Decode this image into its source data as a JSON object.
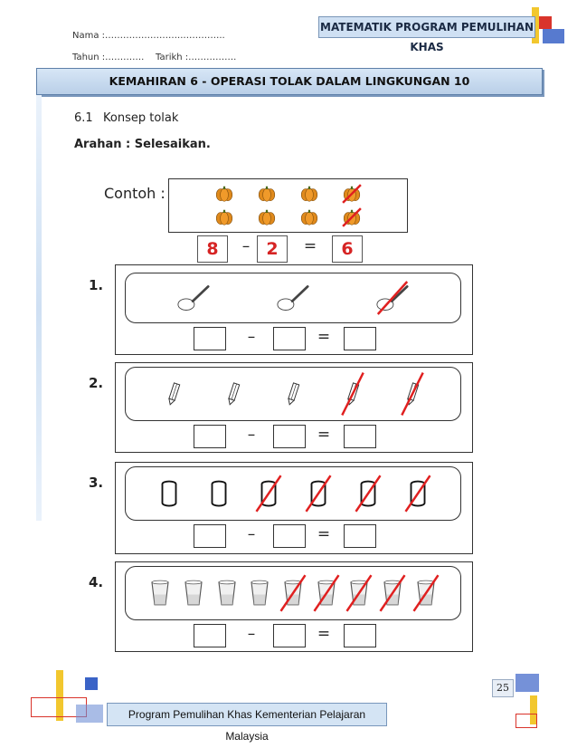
{
  "header": {
    "name_line": "Nama :……………………..…………..",
    "date_line_left": "Tahun :………….",
    "date_line_right": "Tarikh :…………….",
    "program_tag": "MATEMATIK  PROGRAM PEMULIHAN  KHAS"
  },
  "banner": "KEMAHIRAN 6 - OPERASI TOLAK DALAM LINGKUNGAN 10",
  "section": {
    "number": "6.1",
    "title": "Konsep tolak"
  },
  "instruction": "Arahan :  Selesaikan.",
  "example": {
    "label": "Contoh :",
    "object_icon": "pumpkin-icon",
    "total": "8",
    "crossed": 2,
    "minuend": "8",
    "subtrahend": "2",
    "result": "6",
    "minus": "–",
    "equals": "="
  },
  "questions": [
    {
      "num": "1.",
      "object_icon": "spoon-icon",
      "total": 3,
      "crossed": 1
    },
    {
      "num": "2.",
      "object_icon": "pencil-icon",
      "total": 5,
      "crossed": 2
    },
    {
      "num": "3.",
      "object_icon": "cylinder-icon",
      "total": 6,
      "crossed": 4
    },
    {
      "num": "4.",
      "object_icon": "glass-icon",
      "total": 9,
      "crossed": 5
    }
  ],
  "operators": {
    "minus": "–",
    "equals": "="
  },
  "footer": "Program  Pemulihan Khas Kementerian Pelajaran Malaysia",
  "page_number": "25",
  "colors": {
    "cross": "#e02020",
    "banner": "#c8dbef",
    "example_digits": "#d62424"
  }
}
